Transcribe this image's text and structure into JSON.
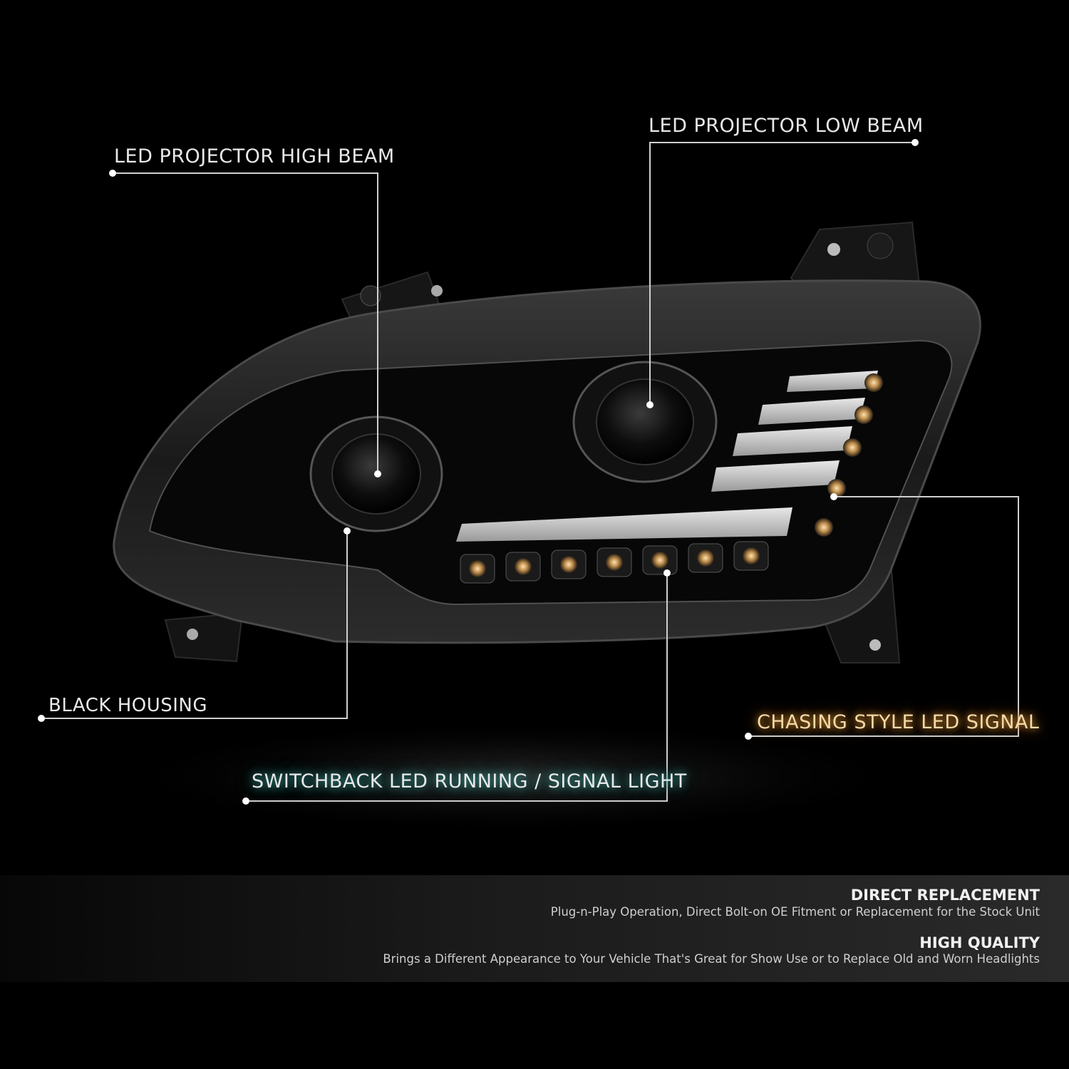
{
  "callouts": {
    "high_beam": "LED PROJECTOR HIGH BEAM",
    "low_beam": "LED PROJECTOR LOW BEAM",
    "black_housing": "BLACK HOUSING",
    "chasing_signal": "CHASING STYLE LED SIGNAL",
    "switchback": "SWITCHBACK LED RUNNING / SIGNAL LIGHT"
  },
  "features": [
    {
      "title": "DIRECT REPLACEMENT",
      "desc": "Plug-n-Play Operation, Direct Bolt-on OE Fitment or Replacement for the Stock Unit"
    },
    {
      "title": "HIGH QUALITY",
      "desc": "Brings a Different Appearance to Your Vehicle That's Great for Show Use or to Replace Old and Worn Headlights"
    }
  ],
  "colors": {
    "background": "#000000",
    "callout_line": "#cfcfcf",
    "amber_glow": "#e8a040",
    "teal_glow": "#3aa7a0"
  }
}
